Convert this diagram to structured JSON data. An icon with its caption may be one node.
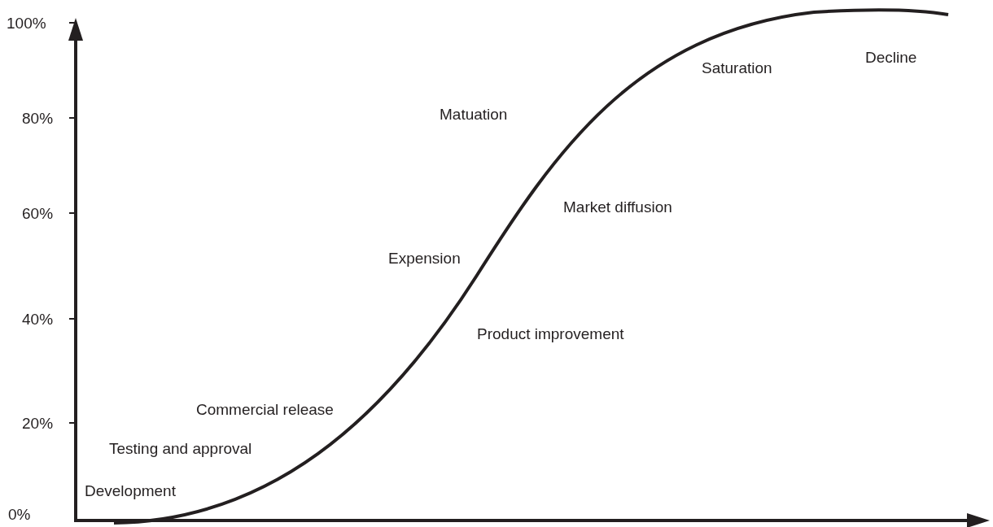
{
  "diagram": {
    "labels": [
      "100%",
      "80%",
      "60%",
      "40%",
      "20%",
      "0%",
      "Decline",
      "Saturation",
      "Matuation",
      "Market diffusion",
      "Expension",
      "Product improvement",
      "Commercial release",
      "Testing and approval",
      "Development"
    ]
  }
}
